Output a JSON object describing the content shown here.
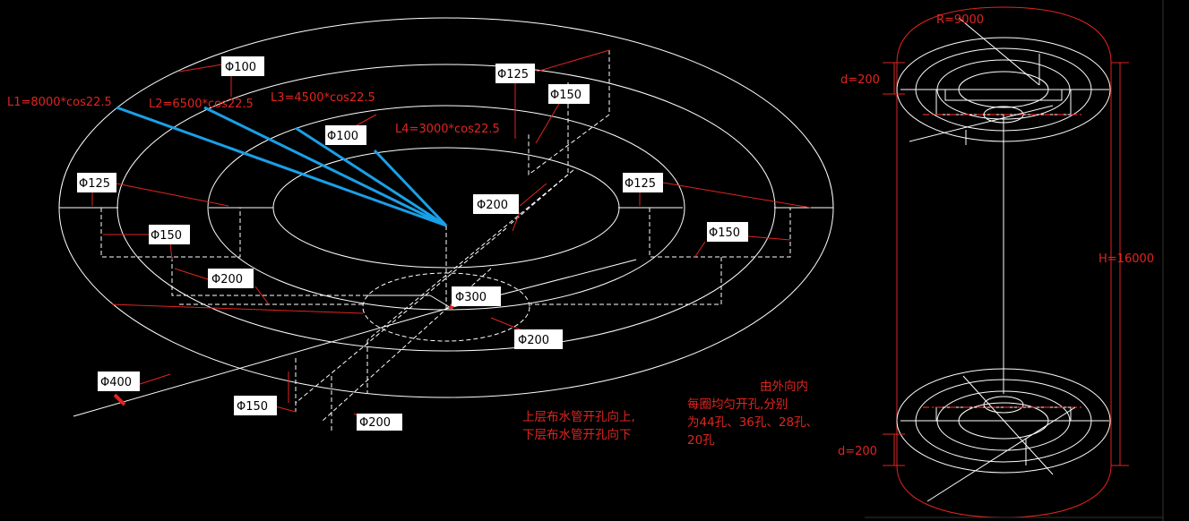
{
  "labels": {
    "d100_a": "Φ100",
    "d125_a": "Φ125",
    "d150_a": "Φ150",
    "d100_b": "Φ100",
    "d125_l": "Φ125",
    "d200_c": "Φ200",
    "d125_r": "Φ125",
    "d150_l": "Φ150",
    "d150_r": "Φ150",
    "d200_l": "Φ200",
    "d300": "Φ300",
    "d200_b": "Φ200",
    "d400": "Φ400",
    "d150_b": "Φ150",
    "d200_bb": "Φ200"
  },
  "lengths": {
    "l1": "L1=8000*cos22.5",
    "l2": "L2=6500*cos22.5",
    "l3": "L3=4500*cos22.5",
    "l4": "L4=3000*cos22.5"
  },
  "notes": {
    "line1": "上层布水管开孔向上,",
    "line2": "下层布水管开孔向下",
    "holes1": "由外向内",
    "holes2": "每圈均匀开孔,分别",
    "holes3": "为44孔、36孔、28孔、",
    "holes4": "20孔"
  },
  "tank": {
    "radius": "R=9000",
    "d_top": "d=200",
    "d_bottom": "d=200",
    "height": "H=16000"
  },
  "colors": {
    "background": "#000000",
    "line": "#ffffff",
    "annotation": "#e0251f",
    "pipe": "#1aa0e8"
  }
}
